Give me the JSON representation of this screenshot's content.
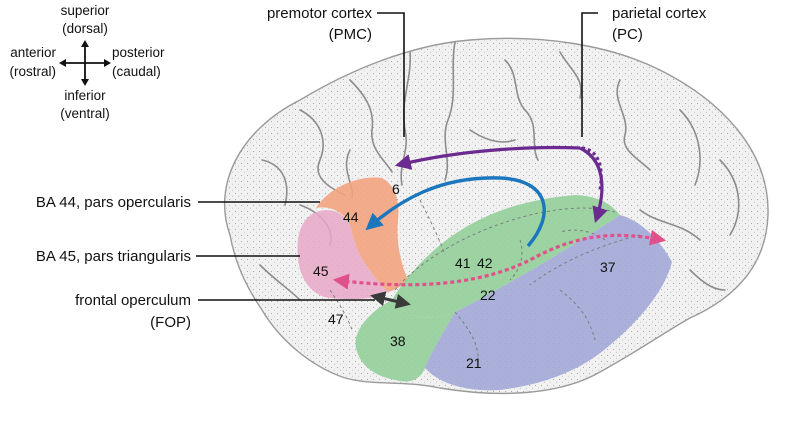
{
  "compass": {
    "superior": "superior",
    "dorsal": "(dorsal)",
    "anterior": "anterior",
    "rostral": "(rostral)",
    "posterior": "posterior",
    "caudal": "(caudal)",
    "inferior": "inferior",
    "ventral": "(ventral)"
  },
  "labels": {
    "pmc_line1": "premotor cortex",
    "pmc_line2": "(PMC)",
    "pc_line1": "parietal cortex",
    "pc_line2": "(PC)",
    "ba44": "BA 44, pars opercularis",
    "ba45": "BA 45, pars triangularis",
    "fop_line1": "frontal operculum",
    "fop_line2": "(FOP)"
  },
  "areas": {
    "a6": "6",
    "a44": "44",
    "a45": "45",
    "a47": "47",
    "a41": "41",
    "a42": "42",
    "a22": "22",
    "a37": "37",
    "a38": "38",
    "a21": "21"
  },
  "colors": {
    "purple_arrow": "#6a2a8f",
    "blue_arrow": "#1a76bd",
    "pink_arrow": "#e0508a",
    "dark_arrow": "#3a3a3a",
    "area_orange": "#f3a47f",
    "area_pink": "#e9a8c7",
    "area_green": "#93cf99",
    "area_blue": "#9ea4d6"
  }
}
